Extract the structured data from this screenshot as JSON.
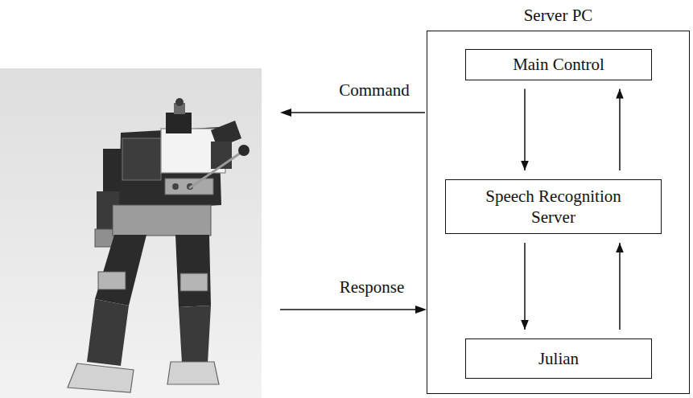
{
  "diagram": {
    "nodes": [
      {
        "text": [
          "Server PC"
        ]
      },
      {
        "text": [
          "Main Control"
        ],
        "in": 0
      },
      {
        "text": [
          "Speech Recognition Server"
        ],
        "in": 0
      },
      {
        "text": [
          "Julian"
        ],
        "in": 0
      }
    ],
    "edges": [
      {
        "from": 1,
        "to": 2,
        "arrow": "to"
      },
      {
        "from": 2,
        "to": 1,
        "arrow": "to"
      },
      {
        "from": 2,
        "to": 3,
        "arrow": "to"
      },
      {
        "from": 3,
        "to": 2,
        "arrow": "to"
      }
    ],
    "labels": [
      "Command",
      "Response"
    ]
  }
}
